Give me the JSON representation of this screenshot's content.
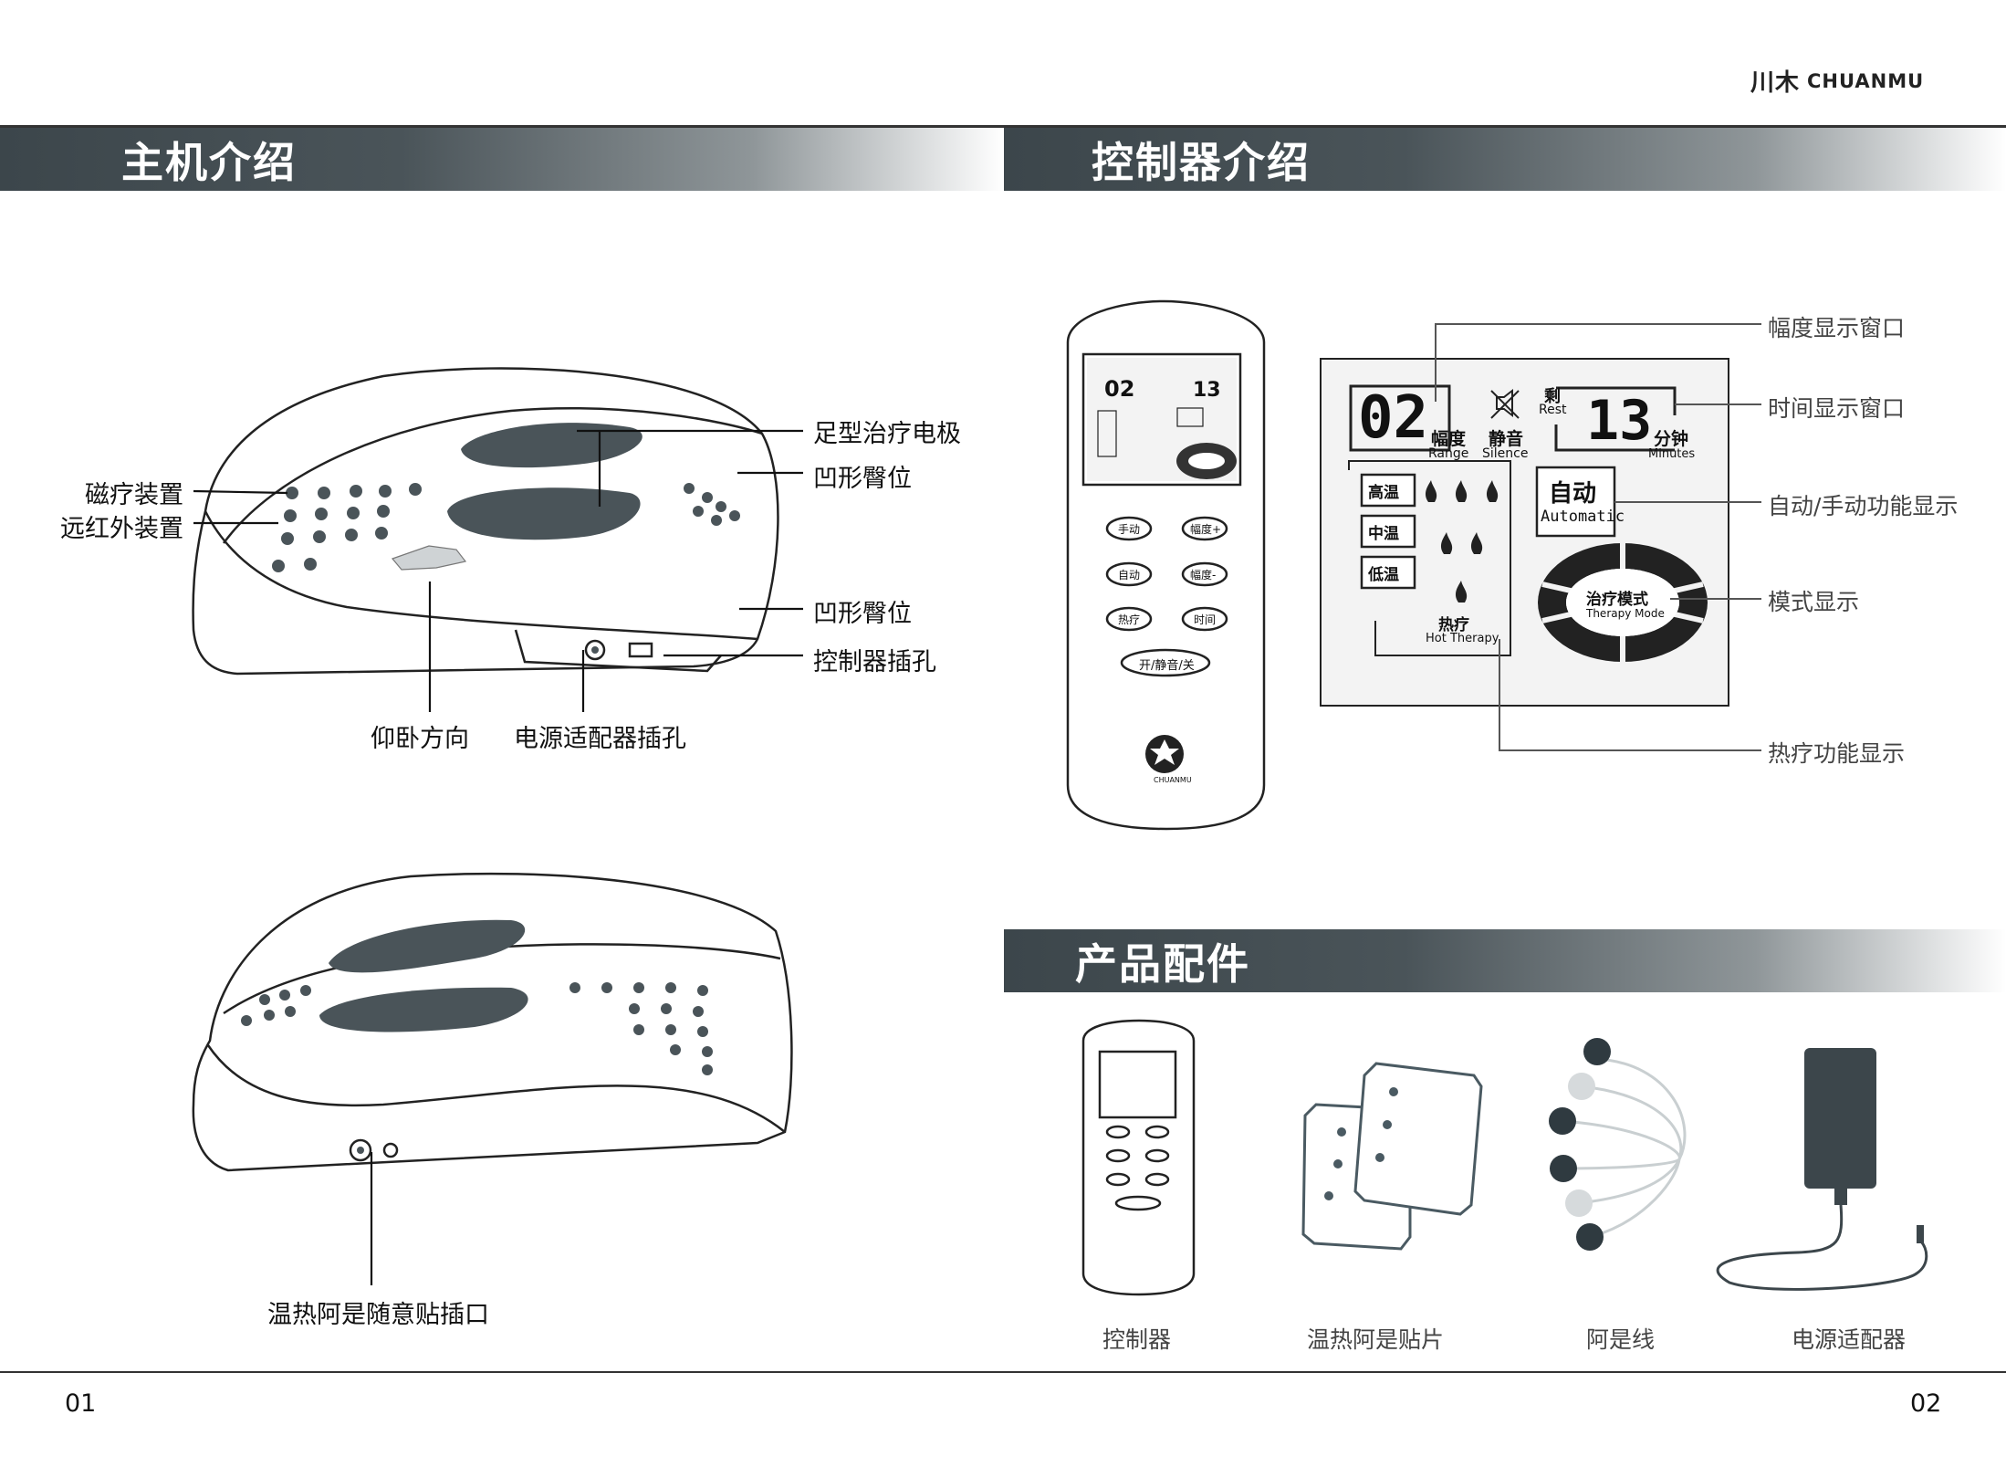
{
  "brand": {
    "mark": "川木",
    "name": "CHUANMU"
  },
  "sections": {
    "host": "主机介绍",
    "controller": "控制器介绍",
    "accessories": "产品配件"
  },
  "host_labels": {
    "foot_electrode": "足型治疗电极",
    "concave_hip_1": "凹形臀位",
    "magnetic": "磁疗装置",
    "far_infrared": "远红外装置",
    "concave_hip_2": "凹形臀位",
    "controller_jack": "控制器插孔",
    "supine_direction": "仰卧方向",
    "power_jack": "电源适配器插孔",
    "patch_jack": "温热阿是随意贴插口"
  },
  "controller_labels": {
    "range_window": "幅度显示窗口",
    "time_window": "时间显示窗口",
    "auto_manual": "自动/手动功能显示",
    "mode_display": "模式显示",
    "heat_display": "热疗功能显示"
  },
  "lcd": {
    "range_value": "02",
    "range_cn": "幅度",
    "range_en": "Range",
    "silence_cn": "静音",
    "silence_en": "Silence",
    "rest_cn": "剩",
    "rest_en": "Rest",
    "time_value": "13",
    "minutes_cn": "分钟",
    "minutes_en": "Minutes",
    "high": "高温",
    "mid": "中温",
    "low": "低温",
    "auto_cn": "自动",
    "auto_en": "Automatic",
    "mode_cn": "治疗模式",
    "mode_en": "Therapy Mode",
    "heat_cn": "热疗",
    "heat_en": "Hot Therapy"
  },
  "remote_buttons": {
    "manual": "手动",
    "range_up": "幅度+",
    "auto": "自动",
    "range_down": "幅度-",
    "heat": "热疗",
    "time": "时间",
    "power": "开/静音/关"
  },
  "remote_brand": "CHUANMU",
  "accessories": {
    "controller": "控制器",
    "patch": "温热阿是贴片",
    "wire": "阿是线",
    "adapter": "电源适配器"
  },
  "pages": {
    "left": "01",
    "right": "02"
  },
  "colors": {
    "banner_dark": "#3c464b",
    "electrode": "#4a5459",
    "outline": "#222222"
  }
}
